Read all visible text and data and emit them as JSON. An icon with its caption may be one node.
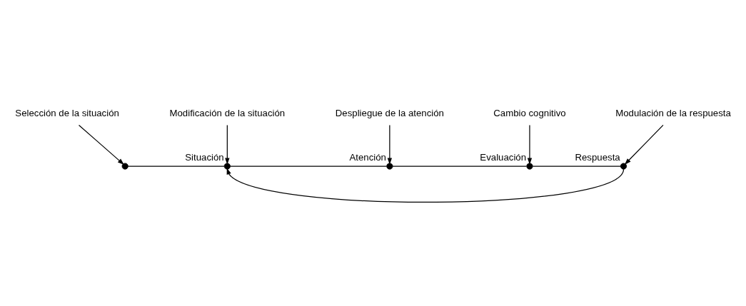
{
  "diagram": {
    "nodes": [
      {
        "text": [
          "Selección de la situación"
        ]
      },
      {
        "text": [
          "Modificación de la situación"
        ]
      },
      {
        "text": [
          "Despliegue de la atención"
        ]
      },
      {
        "text": [
          "Cambio cognitivo"
        ]
      },
      {
        "text": [
          "Modulación de la respuesta"
        ]
      },
      {
        "text": [],
        "shape": "circle"
      },
      {
        "text": [],
        "shape": "circle",
        "beside": [
          "Situación"
        ]
      },
      {
        "text": [],
        "shape": "circle",
        "beside": [
          "Atención"
        ]
      },
      {
        "text": [],
        "shape": "circle",
        "beside": [
          "Evaluación"
        ]
      },
      {
        "text": [],
        "shape": "circle",
        "beside": [
          "Respuesta"
        ]
      }
    ],
    "edges": [
      {
        "from": 0,
        "to": 5,
        "arrow": "to"
      },
      {
        "from": 1,
        "to": 6,
        "arrow": "to"
      },
      {
        "from": 2,
        "to": 7,
        "arrow": "to"
      },
      {
        "from": 3,
        "to": 8,
        "arrow": "to"
      },
      {
        "from": 4,
        "to": 9,
        "arrow": "to"
      },
      {
        "from": 5,
        "to": 6,
        "arrow": "none"
      },
      {
        "from": 6,
        "to": 7,
        "arrow": "none"
      },
      {
        "from": 7,
        "to": 8,
        "arrow": "none"
      },
      {
        "from": 8,
        "to": 9,
        "arrow": "none"
      },
      {
        "from": 9,
        "to": 6,
        "arrow": "to"
      }
    ]
  }
}
